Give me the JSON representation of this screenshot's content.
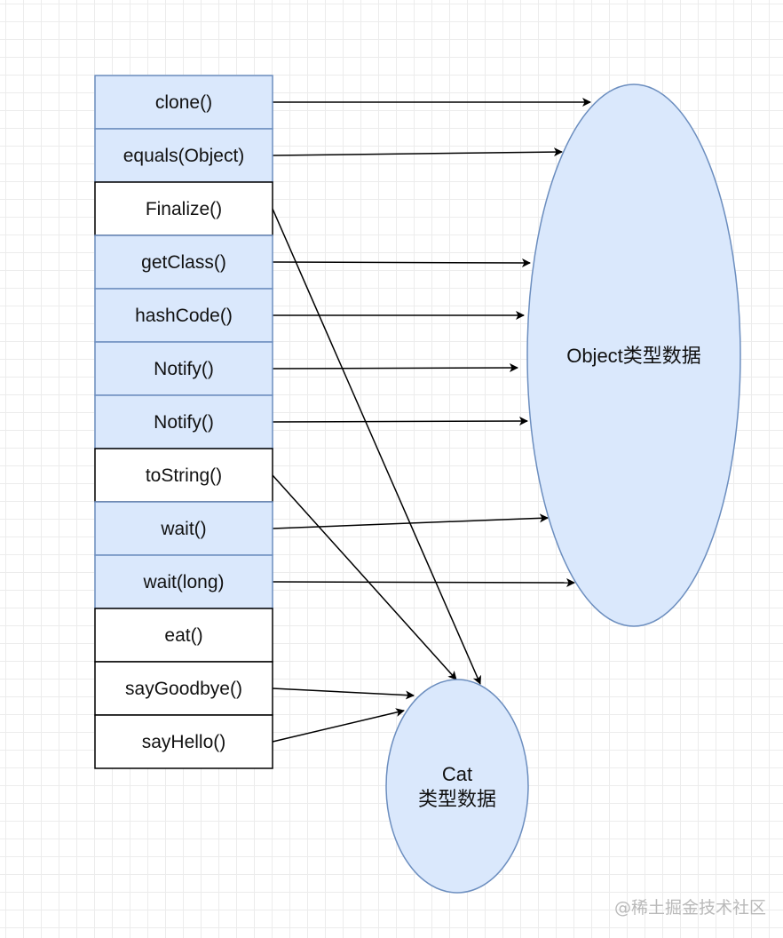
{
  "methods": [
    {
      "label": "clone()",
      "fill": "#dae8fc",
      "stroke": "#6c8ebf"
    },
    {
      "label": "equals(Object)",
      "fill": "#dae8fc",
      "stroke": "#6c8ebf"
    },
    {
      "label": "Finalize()",
      "fill": "#ffffff",
      "stroke": "#000000"
    },
    {
      "label": "getClass()",
      "fill": "#dae8fc",
      "stroke": "#6c8ebf"
    },
    {
      "label": "hashCode()",
      "fill": "#dae8fc",
      "stroke": "#6c8ebf"
    },
    {
      "label": "Notify()",
      "fill": "#dae8fc",
      "stroke": "#6c8ebf"
    },
    {
      "label": "Notify()",
      "fill": "#dae8fc",
      "stroke": "#6c8ebf"
    },
    {
      "label": "toString()",
      "fill": "#ffffff",
      "stroke": "#000000"
    },
    {
      "label": "wait()",
      "fill": "#dae8fc",
      "stroke": "#6c8ebf"
    },
    {
      "label": "wait(long)",
      "fill": "#dae8fc",
      "stroke": "#6c8ebf"
    },
    {
      "label": "eat()",
      "fill": "#ffffff",
      "stroke": "#000000"
    },
    {
      "label": "sayGoodbye()",
      "fill": "#ffffff",
      "stroke": "#000000"
    },
    {
      "label": "sayHello()",
      "fill": "#ffffff",
      "stroke": "#000000"
    }
  ],
  "nodes": {
    "object": {
      "lines": [
        "Object类型数据"
      ],
      "fill": "#dae8fc",
      "stroke": "#6c8ebf"
    },
    "cat": {
      "lines": [
        "Cat",
        "类型数据"
      ],
      "fill": "#dae8fc",
      "stroke": "#6c8ebf"
    }
  },
  "edges": [
    {
      "from": "clone()",
      "to": "object"
    },
    {
      "from": "equals(Object)",
      "to": "object"
    },
    {
      "from": "Finalize()",
      "to": "cat"
    },
    {
      "from": "getClass()",
      "to": "object"
    },
    {
      "from": "hashCode()",
      "to": "object"
    },
    {
      "from": "Notify()",
      "to": "object"
    },
    {
      "from": "Notify()",
      "to": "object"
    },
    {
      "from": "toString()",
      "to": "cat"
    },
    {
      "from": "wait()",
      "to": "object"
    },
    {
      "from": "wait(long)",
      "to": "object"
    },
    {
      "from": "sayGoodbye()",
      "to": "cat"
    },
    {
      "from": "sayHello()",
      "to": "cat"
    }
  ],
  "watermark": "@稀土掘金技术社区"
}
